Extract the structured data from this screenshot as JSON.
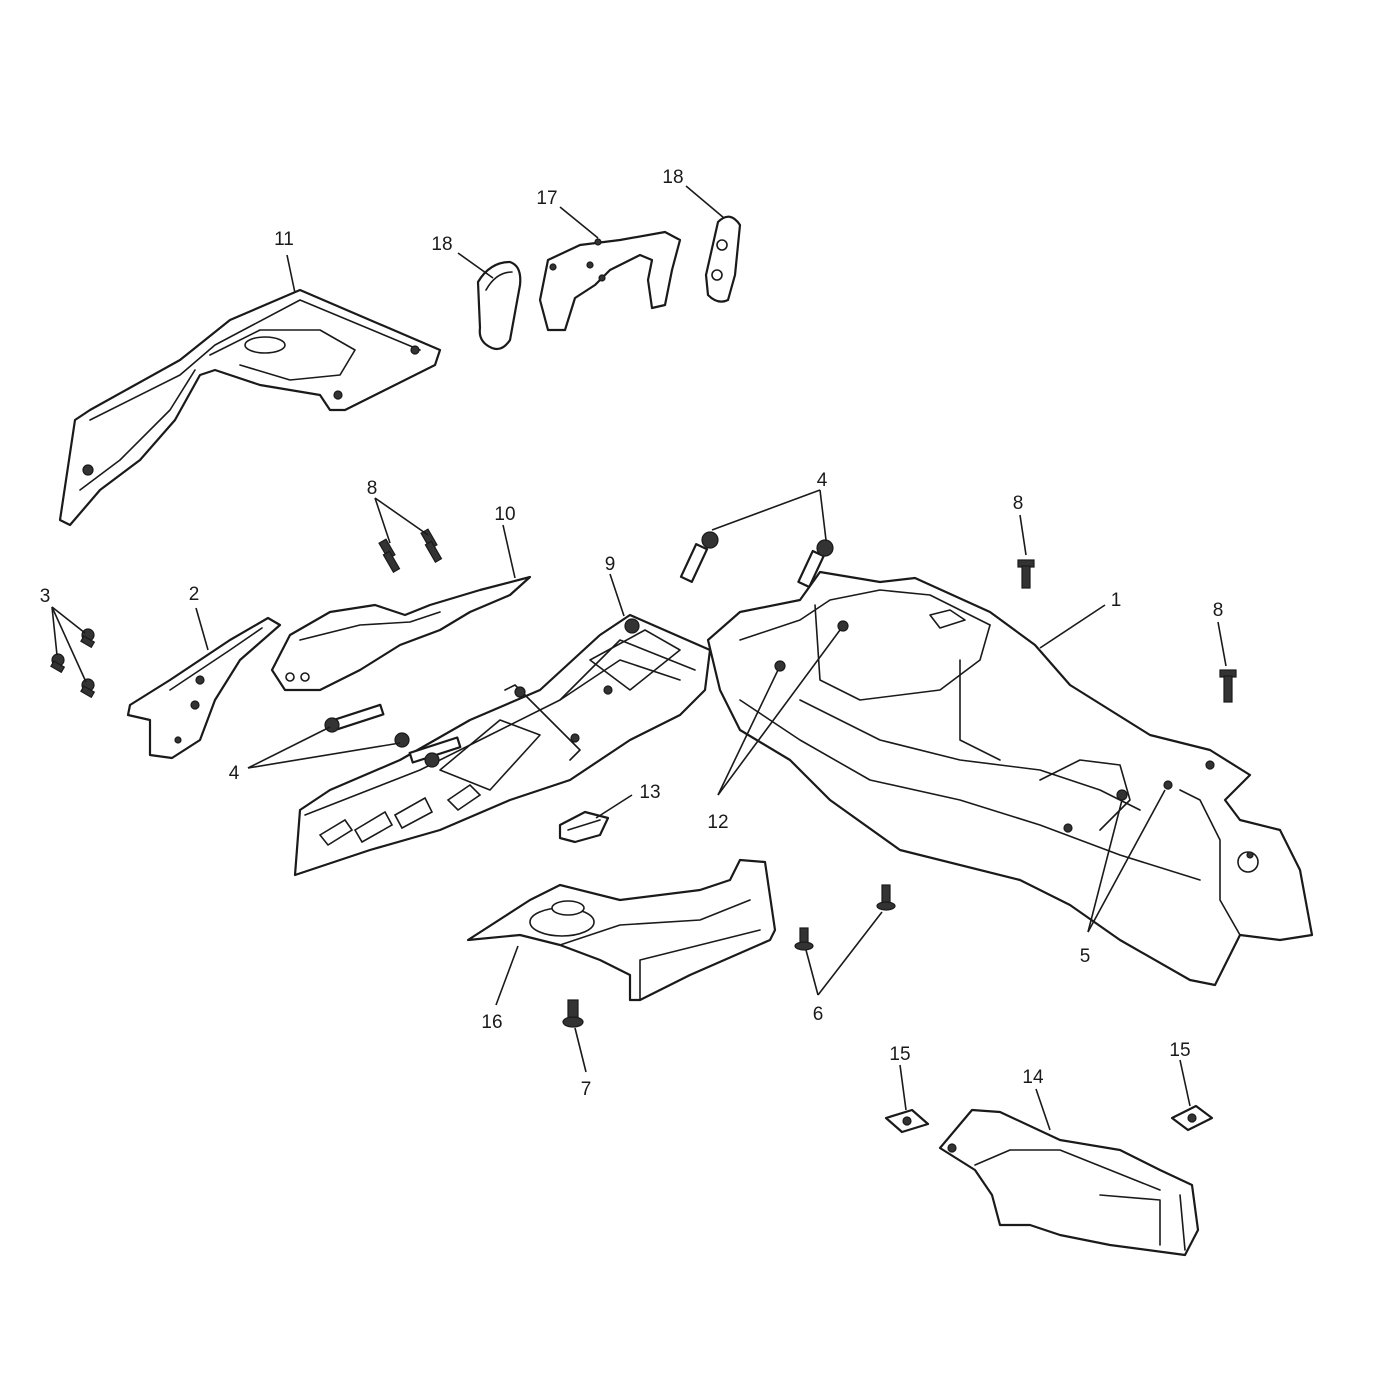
{
  "diagram": {
    "callouts": {
      "c1": "1",
      "c2": "2",
      "c3": "3",
      "c4a": "4",
      "c4b": "4",
      "c5": "5",
      "c6": "6",
      "c7": "7",
      "c8a": "8",
      "c8b": "8",
      "c8c": "8",
      "c9": "9",
      "c10": "10",
      "c11": "11",
      "c12": "12",
      "c13": "13",
      "c14": "14",
      "c15a": "15",
      "c15b": "15",
      "c16": "16",
      "c17": "17",
      "c18a": "18",
      "c18b": "18"
    },
    "colors": {
      "line": "#1a1a1a",
      "background": "#ffffff"
    }
  }
}
